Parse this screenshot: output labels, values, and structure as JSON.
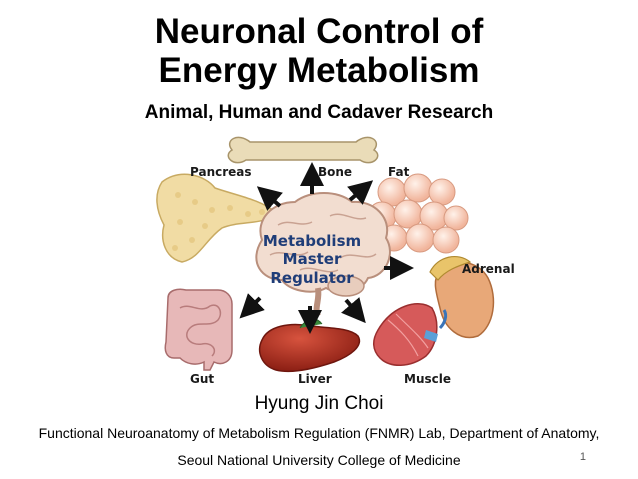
{
  "title": {
    "line1": "Neuronal Control of",
    "line2": "Energy Metabolism"
  },
  "subtitle": "Animal, Human and Cadaver Research",
  "diagram": {
    "center": {
      "line1": "Metabolism",
      "line2": "Master",
      "line3": "Regulator"
    },
    "organs": {
      "pancreas": "Pancreas",
      "bone": "Bone",
      "fat": "Fat",
      "adrenal": "Adrenal",
      "gut": "Gut",
      "liver": "Liver",
      "muscle": "Muscle"
    },
    "colors": {
      "brain": "#f2ddd0",
      "brain_outline": "#b98f7c",
      "arrow": "#111111",
      "center_text": "#1f3d78",
      "pancreas": "#f1dca4",
      "bone": "#eadcb8",
      "fat": "#f7c8b4",
      "adrenal": "#e09a5a",
      "gut": "#e7b8b8",
      "liver": "#b83022",
      "muscle": "#d65a5a"
    }
  },
  "author": "Hyung Jin Choi",
  "affiliation": {
    "line1": "Functional Neuroanatomy of Metabolism Regulation (FNMR) Lab, Department of Anatomy,",
    "line2": "Seoul National University College of Medicine"
  },
  "page_number": "1"
}
